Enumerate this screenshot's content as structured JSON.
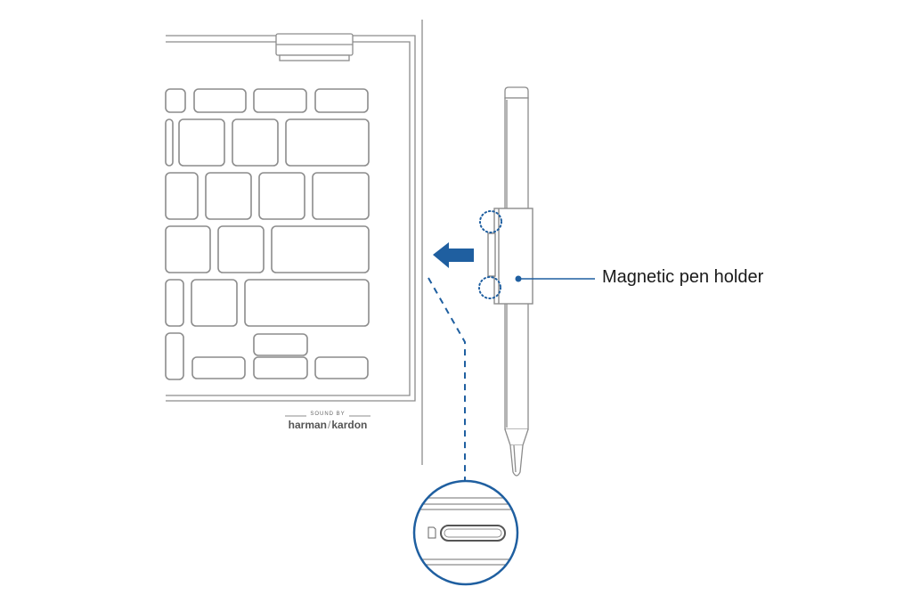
{
  "labels": {
    "pen_holder": "Magnetic pen holder",
    "sound_by": "SOUND BY",
    "brand_left": "harman",
    "brand_right": "kardon"
  },
  "colors": {
    "line": "#8c8c8c",
    "accent": "#1f5fa0",
    "text": "#1a1a1a"
  },
  "icons": {
    "arrow": "left-arrow-icon",
    "card_slot": "card-slot-icon"
  }
}
